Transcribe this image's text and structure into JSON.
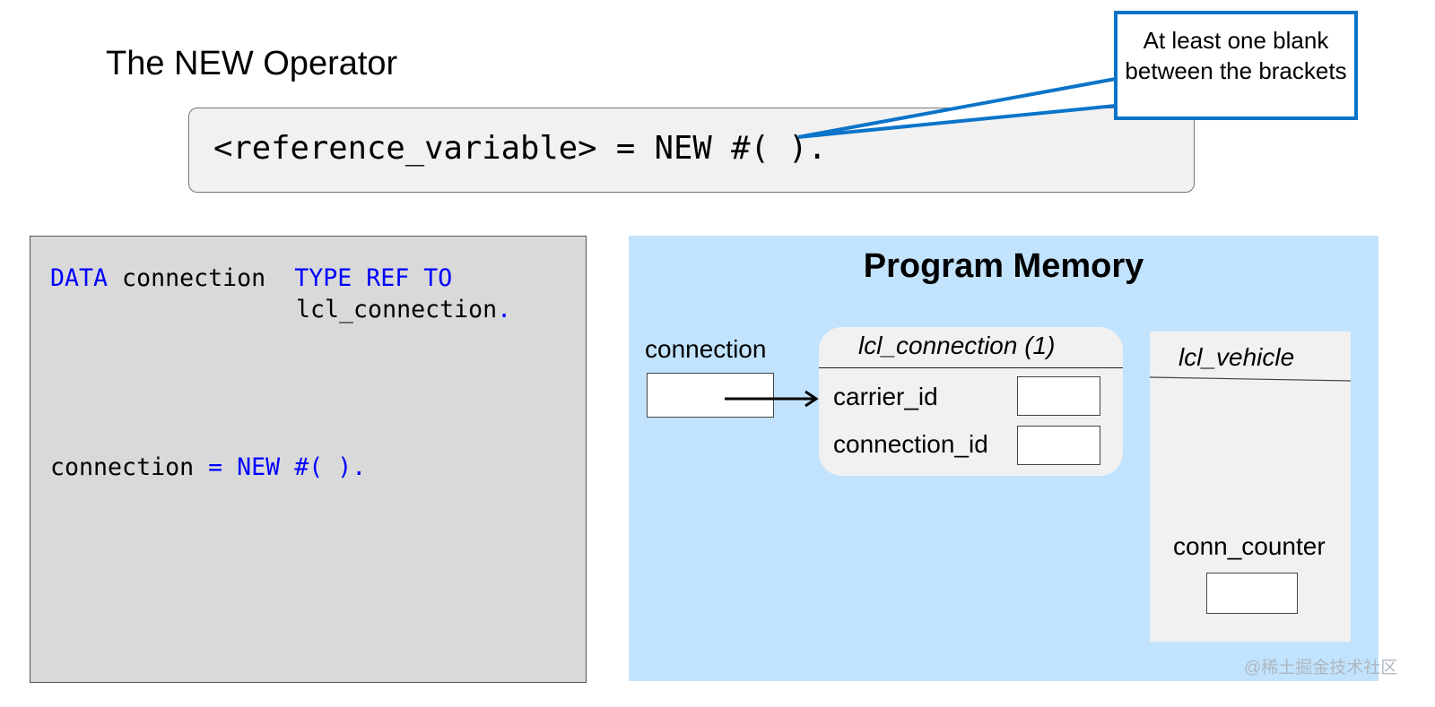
{
  "title": "The NEW Operator",
  "syntax": "<reference_variable> = NEW #( ).",
  "callout": "At least one blank between the brackets",
  "colors": {
    "keyword": "#0000ff",
    "callout_border": "#0b74c9",
    "memory_bg": "#c2e3fd",
    "code_bg": "#d9d9d9"
  },
  "code": {
    "line1": {
      "kw1": "DATA",
      "ident": " connection  ",
      "kw2": "TYPE REF TO"
    },
    "line2": {
      "ident": "lcl_connection",
      "dot": "."
    },
    "line3": {
      "ident": "connection ",
      "op": "= NEW #( )."
    }
  },
  "memory": {
    "title": "Program Memory",
    "ref_var": "connection",
    "object": {
      "class": "lcl_connection (1)",
      "attrs": [
        "carrier_id",
        "connection_id"
      ]
    },
    "class": {
      "name": "lcl_vehicle",
      "static_attr": "conn_counter"
    }
  },
  "watermark": "@稀土掘金技术社区"
}
